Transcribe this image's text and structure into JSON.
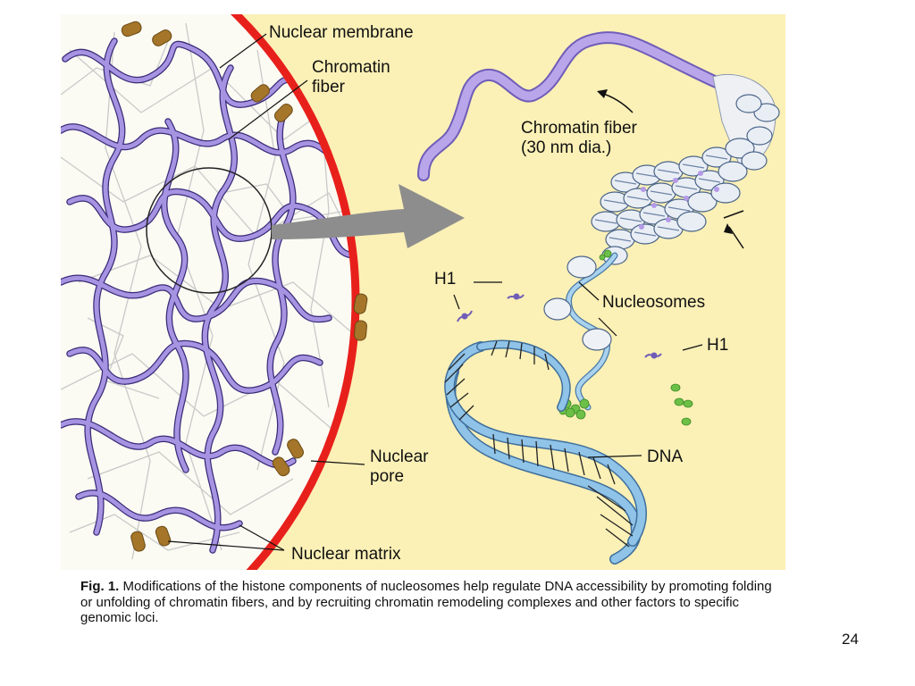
{
  "figure": {
    "labels": {
      "nuclear_membrane": "Nuclear membrane",
      "chromatin_fiber": "Chromatin\nfiber",
      "chromatin_fiber_30nm": "Chromatin fiber\n(30 nm dia.)",
      "h1_left": "H1",
      "h1_right": "H1",
      "nucleosomes": "Nucleosomes",
      "dna": "DNA",
      "nuclear_pore": "Nuclear\npore",
      "nuclear_matrix": "Nuclear matrix"
    },
    "colors": {
      "background": "#fbf0b6",
      "membrane": "#e8201b",
      "chromatin": "#9a86d6",
      "pore": "#a5762a",
      "dna_blue": "#7fb8e0",
      "histone_green": "#6cc048",
      "arrow_gray": "#8d8d8d"
    }
  },
  "caption": {
    "fig_label": "Fig. 1.",
    "text": " Modifications of the histone components of nucleosomes help regulate DNA accessibility by promoting folding or unfolding of chromatin fibers, and by recruiting chromatin remodeling complexes and other factors to specific genomic loci."
  },
  "slide_number": "24"
}
